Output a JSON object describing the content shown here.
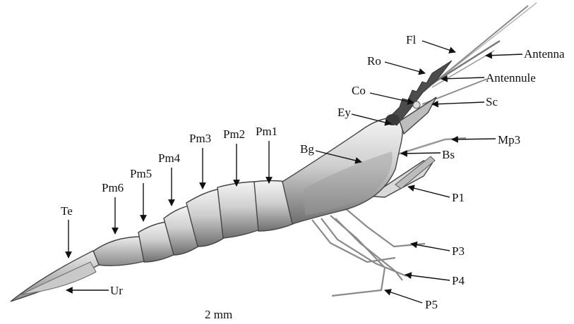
{
  "labels": {
    "fl": "Fl",
    "antenna": "Antenna",
    "ro": "Ro",
    "antennule": "Antennule",
    "co": "Co",
    "sc": "Sc",
    "ey": "Ey",
    "mp3": "Mp3",
    "bg": "Bg",
    "bs": "Bs",
    "pm1": "Pm1",
    "pm2": "Pm2",
    "pm3": "Pm3",
    "pm4": "Pm4",
    "pm5": "Pm5",
    "pm6": "Pm6",
    "te": "Te",
    "ur": "Ur",
    "p1": "P1",
    "p3": "P3",
    "p4": "P4",
    "p5": "P5"
  },
  "scale_bar": {
    "label": "2 mm"
  }
}
